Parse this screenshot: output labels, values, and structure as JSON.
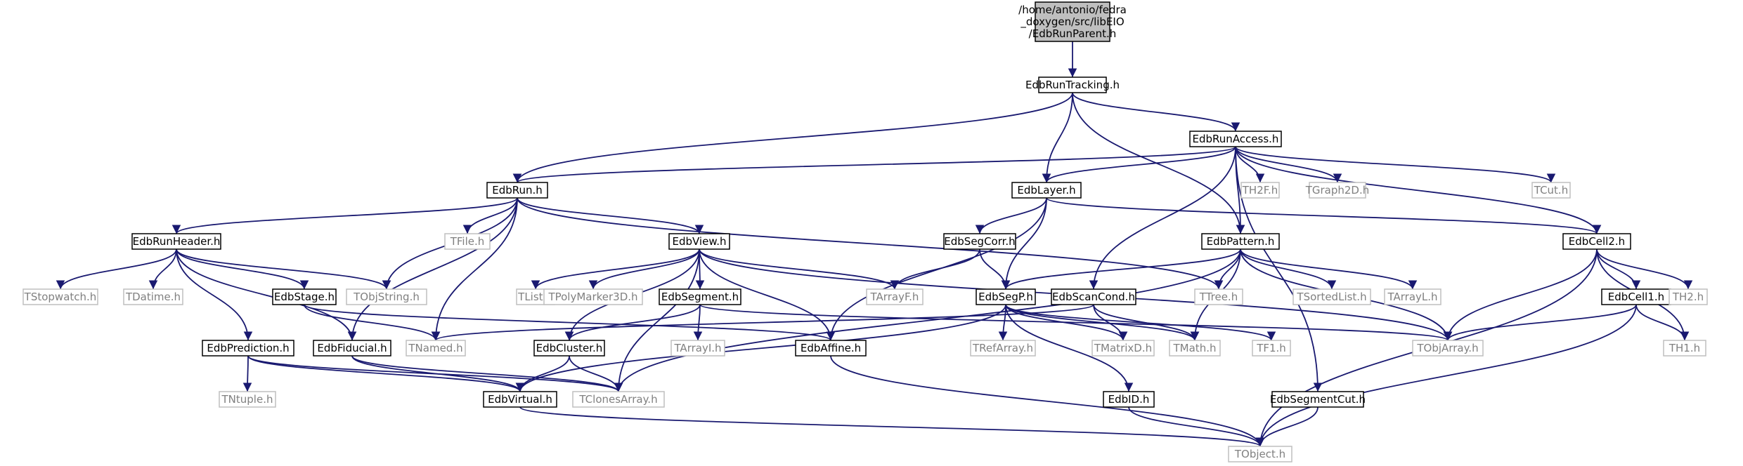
{
  "colors": {
    "edge": "#191970",
    "root_fill": "#bfbfbf",
    "node_border": "#000000",
    "external_border": "#bfbfbf",
    "external_text": "#808080",
    "text": "#000000"
  },
  "nodes": [
    {
      "id": "root",
      "label": "/home/antonio/fedra_doxygen/src/libEIO/EdbRunParent.h",
      "lines": [
        "/home/antonio/fedra",
        "_doxygen/src/libEIO",
        "/EdbRunParent.h"
      ],
      "kind": "root"
    },
    {
      "id": "EdbRunTracking",
      "label": "EdbRunTracking.h",
      "kind": "internal"
    },
    {
      "id": "EdbRunAccess",
      "label": "EdbRunAccess.h",
      "kind": "internal"
    },
    {
      "id": "EdbRun",
      "label": "EdbRun.h",
      "kind": "internal"
    },
    {
      "id": "EdbLayer",
      "label": "EdbLayer.h",
      "kind": "internal"
    },
    {
      "id": "TH2F",
      "label": "TH2F.h",
      "kind": "external"
    },
    {
      "id": "TGraph2D",
      "label": "TGraph2D.h",
      "kind": "external"
    },
    {
      "id": "TCut",
      "label": "TCut.h",
      "kind": "external"
    },
    {
      "id": "EdbCell2",
      "label": "EdbCell2.h",
      "kind": "internal"
    },
    {
      "id": "EdbRunHeader",
      "label": "EdbRunHeader.h",
      "kind": "internal"
    },
    {
      "id": "TFile",
      "label": "TFile.h",
      "kind": "external"
    },
    {
      "id": "EdbView",
      "label": "EdbView.h",
      "kind": "internal"
    },
    {
      "id": "EdbSegCorr",
      "label": "EdbSegCorr.h",
      "kind": "internal"
    },
    {
      "id": "EdbPattern",
      "label": "EdbPattern.h",
      "kind": "internal"
    },
    {
      "id": "TStopwatch",
      "label": "TStopwatch.h",
      "kind": "external"
    },
    {
      "id": "TDatime",
      "label": "TDatime.h",
      "kind": "external"
    },
    {
      "id": "EdbStage",
      "label": "EdbStage.h",
      "kind": "internal"
    },
    {
      "id": "TObjString",
      "label": "TObjString.h",
      "kind": "external"
    },
    {
      "id": "TList",
      "label": "TList.h",
      "kind": "external"
    },
    {
      "id": "TPolyMarker3D",
      "label": "TPolyMarker3D.h",
      "kind": "external"
    },
    {
      "id": "EdbSegment",
      "label": "EdbSegment.h",
      "kind": "internal"
    },
    {
      "id": "TArrayF",
      "label": "TArrayF.h",
      "kind": "external"
    },
    {
      "id": "EdbSegP",
      "label": "EdbSegP.h",
      "kind": "internal"
    },
    {
      "id": "EdbScanCond",
      "label": "EdbScanCond.h",
      "kind": "internal"
    },
    {
      "id": "TTree",
      "label": "TTree.h",
      "kind": "external"
    },
    {
      "id": "TSortedList",
      "label": "TSortedList.h",
      "kind": "external"
    },
    {
      "id": "TArrayL",
      "label": "TArrayL.h",
      "kind": "external"
    },
    {
      "id": "EdbCell1",
      "label": "EdbCell1.h",
      "kind": "internal"
    },
    {
      "id": "TH2",
      "label": "TH2.h",
      "kind": "external"
    },
    {
      "id": "EdbPrediction",
      "label": "EdbPrediction.h",
      "kind": "internal"
    },
    {
      "id": "EdbFiducial",
      "label": "EdbFiducial.h",
      "kind": "internal"
    },
    {
      "id": "TNamed",
      "label": "TNamed.h",
      "kind": "external"
    },
    {
      "id": "EdbCluster",
      "label": "EdbCluster.h",
      "kind": "internal"
    },
    {
      "id": "TArrayI",
      "label": "TArrayI.h",
      "kind": "external"
    },
    {
      "id": "EdbAffine",
      "label": "EdbAffine.h",
      "kind": "internal"
    },
    {
      "id": "TRefArray",
      "label": "TRefArray.h",
      "kind": "external"
    },
    {
      "id": "TMatrixD",
      "label": "TMatrixD.h",
      "kind": "external"
    },
    {
      "id": "TMath",
      "label": "TMath.h",
      "kind": "external"
    },
    {
      "id": "TF1",
      "label": "TF1.h",
      "kind": "external"
    },
    {
      "id": "TObjArray",
      "label": "TObjArray.h",
      "kind": "external"
    },
    {
      "id": "TH1",
      "label": "TH1.h",
      "kind": "external"
    },
    {
      "id": "TNtuple",
      "label": "TNtuple.h",
      "kind": "external"
    },
    {
      "id": "EdbVirtual",
      "label": "EdbVirtual.h",
      "kind": "internal"
    },
    {
      "id": "TClonesArray",
      "label": "TClonesArray.h",
      "kind": "external"
    },
    {
      "id": "EdbID",
      "label": "EdbID.h",
      "kind": "internal"
    },
    {
      "id": "EdbSegmentCut",
      "label": "EdbSegmentCut.h",
      "kind": "internal"
    },
    {
      "id": "TObject",
      "label": "TObject.h",
      "kind": "external"
    }
  ],
  "edges": [
    [
      "root",
      "EdbRunTracking"
    ],
    [
      "EdbRunTracking",
      "EdbRunAccess"
    ],
    [
      "EdbRunTracking",
      "EdbRun"
    ],
    [
      "EdbRunTracking",
      "EdbLayer"
    ],
    [
      "EdbRunTracking",
      "EdbPattern"
    ],
    [
      "EdbRunAccess",
      "EdbRun"
    ],
    [
      "EdbRunAccess",
      "EdbLayer"
    ],
    [
      "EdbRunAccess",
      "TH2F"
    ],
    [
      "EdbRunAccess",
      "TGraph2D"
    ],
    [
      "EdbRunAccess",
      "TCut"
    ],
    [
      "EdbRunAccess",
      "EdbCell2"
    ],
    [
      "EdbRunAccess",
      "EdbPattern"
    ],
    [
      "EdbRunAccess",
      "EdbScanCond"
    ],
    [
      "EdbRunAccess",
      "EdbSegmentCut"
    ],
    [
      "EdbRun",
      "EdbRunHeader"
    ],
    [
      "EdbRun",
      "TFile"
    ],
    [
      "EdbRun",
      "EdbView"
    ],
    [
      "EdbRun",
      "TObjString"
    ],
    [
      "EdbRun",
      "TTree"
    ],
    [
      "EdbRun",
      "EdbFiducial"
    ],
    [
      "EdbRun",
      "TNamed"
    ],
    [
      "EdbLayer",
      "EdbSegCorr"
    ],
    [
      "EdbLayer",
      "EdbCell2"
    ],
    [
      "EdbLayer",
      "EdbSegP"
    ],
    [
      "EdbLayer",
      "EdbAffine"
    ],
    [
      "EdbCell2",
      "EdbCell1"
    ],
    [
      "EdbCell2",
      "TH2"
    ],
    [
      "EdbCell2",
      "TH1"
    ],
    [
      "EdbCell2",
      "TObjArray"
    ],
    [
      "EdbCell2",
      "TObject"
    ],
    [
      "EdbRunHeader",
      "TStopwatch"
    ],
    [
      "EdbRunHeader",
      "TDatime"
    ],
    [
      "EdbRunHeader",
      "EdbStage"
    ],
    [
      "EdbRunHeader",
      "TObjString"
    ],
    [
      "EdbRunHeader",
      "EdbFiducial"
    ],
    [
      "EdbRunHeader",
      "EdbPrediction"
    ],
    [
      "EdbView",
      "TList"
    ],
    [
      "EdbView",
      "TPolyMarker3D"
    ],
    [
      "EdbView",
      "EdbSegment"
    ],
    [
      "EdbView",
      "TArrayF"
    ],
    [
      "EdbView",
      "EdbCluster"
    ],
    [
      "EdbView",
      "EdbAffine"
    ],
    [
      "EdbView",
      "TClonesArray"
    ],
    [
      "EdbView",
      "TObjArray"
    ],
    [
      "EdbSegCorr",
      "EdbSegP"
    ],
    [
      "EdbSegCorr",
      "TArrayF"
    ],
    [
      "EdbPattern",
      "EdbSegP"
    ],
    [
      "EdbPattern",
      "TTree"
    ],
    [
      "EdbPattern",
      "TSortedList"
    ],
    [
      "EdbPattern",
      "TArrayL"
    ],
    [
      "EdbPattern",
      "TMath"
    ],
    [
      "EdbPattern",
      "TObjArray"
    ],
    [
      "EdbPattern",
      "TClonesArray"
    ],
    [
      "EdbStage",
      "TNamed"
    ],
    [
      "EdbStage",
      "EdbAffine"
    ],
    [
      "EdbSegment",
      "EdbCluster"
    ],
    [
      "EdbSegment",
      "TArrayI"
    ],
    [
      "EdbSegment",
      "TObjArray"
    ],
    [
      "EdbSegP",
      "TRefArray"
    ],
    [
      "EdbSegP",
      "TMatrixD"
    ],
    [
      "EdbSegP",
      "TMath"
    ],
    [
      "EdbSegP",
      "EdbID"
    ],
    [
      "EdbSegP",
      "EdbVirtual"
    ],
    [
      "EdbSegP",
      "TF1"
    ],
    [
      "EdbScanCond",
      "TNamed"
    ],
    [
      "EdbScanCond",
      "TMatrixD"
    ],
    [
      "EdbScanCond",
      "TMath"
    ],
    [
      "EdbCell1",
      "TH1"
    ],
    [
      "EdbCell1",
      "TObjArray"
    ],
    [
      "EdbCell1",
      "TObject"
    ],
    [
      "EdbPrediction",
      "TNtuple"
    ],
    [
      "EdbPrediction",
      "EdbVirtual"
    ],
    [
      "EdbPrediction",
      "TClonesArray"
    ],
    [
      "EdbFiducial",
      "EdbVirtual"
    ],
    [
      "EdbFiducial",
      "TClonesArray"
    ],
    [
      "EdbCluster",
      "EdbVirtual"
    ],
    [
      "EdbCluster",
      "TClonesArray"
    ],
    [
      "EdbAffine",
      "TObject"
    ],
    [
      "EdbVirtual",
      "TObject"
    ],
    [
      "EdbID",
      "TObject"
    ],
    [
      "EdbSegmentCut",
      "TObject"
    ]
  ]
}
